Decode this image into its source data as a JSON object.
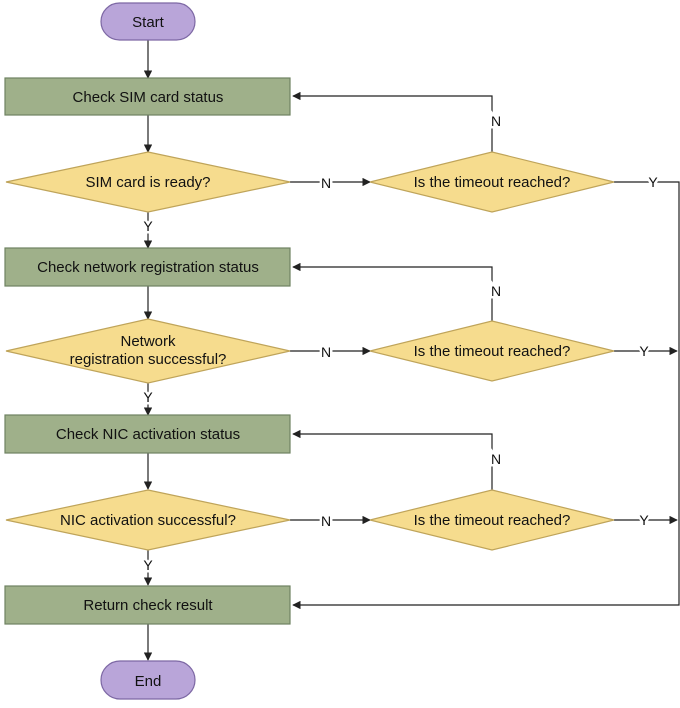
{
  "nodes": {
    "start": "Start",
    "end": "End",
    "check_sim": "Check SIM card status",
    "sim_ready": "SIM card is ready?",
    "check_network": "Check network registration status",
    "network_ok_line1": "Network",
    "network_ok_line2": "registration successful?",
    "check_nic": "Check NIC activation status",
    "nic_ok": "NIC activation successful?",
    "return_result": "Return check result",
    "timeout_1": "Is the timeout reached?",
    "timeout_2": "Is the timeout reached?",
    "timeout_3": "Is the timeout reached?"
  },
  "edge_labels": {
    "yes": "Y",
    "no": "N"
  },
  "colors": {
    "terminal_fill": "#b9a5d9",
    "process_fill": "#9fb08a",
    "decision_fill": "#f6dc8e"
  }
}
